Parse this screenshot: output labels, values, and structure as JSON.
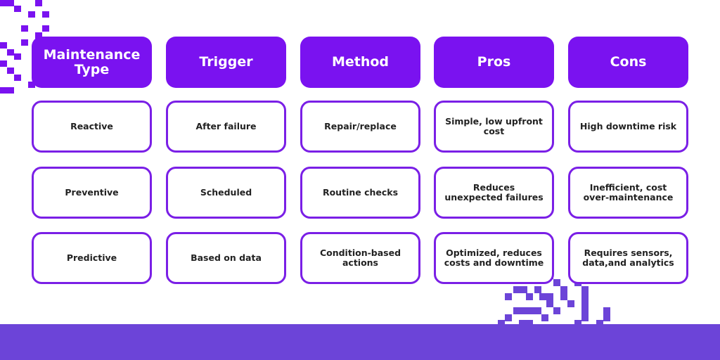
{
  "headers": [
    "Maintenance Type",
    "Trigger",
    "Method",
    "Pros",
    "Cons"
  ],
  "rows": [
    [
      "Reactive",
      "After failure",
      "Repair/replace",
      "Simple, low upfront cost",
      "High downtime risk"
    ],
    [
      "Preventive",
      "Scheduled",
      "Routine checks",
      "Reduces unexpected failures",
      "Inefficient, cost over-maintenance"
    ],
    [
      "Predictive",
      "Based on data",
      "Condition-based actions",
      "Optimized, reduces costs and downtime",
      "Requires sensors, data,and analytics"
    ]
  ],
  "colors": {
    "header": "#7a12f0",
    "border": "#7a1fe6",
    "band": "#6c44d8"
  }
}
